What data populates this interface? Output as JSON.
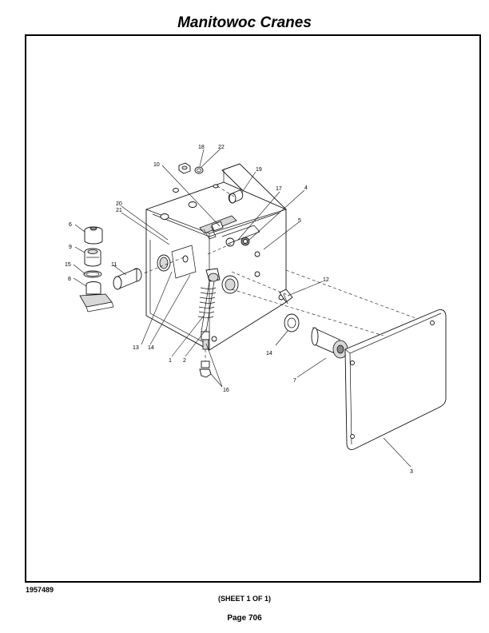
{
  "header": {
    "title": "Manitowoc Cranes"
  },
  "footer": {
    "drawing_number": "1957489",
    "sheet": "(SHEET 1 OF 1)",
    "page": "Page 706"
  },
  "callouts": {
    "c1": "1",
    "c2": "2",
    "c3": "3",
    "c4": "4",
    "c5": "5",
    "c6": "6",
    "c7": "7",
    "c8": "8",
    "c9": "9",
    "c10": "10",
    "c11": "11",
    "c12": "12",
    "c13": "13",
    "c14a": "14",
    "c14b": "14",
    "c15": "15",
    "c16": "16",
    "c17": "17",
    "c18": "18",
    "c19": "19",
    "c20": "20",
    "c21": "21",
    "c22": "22"
  }
}
